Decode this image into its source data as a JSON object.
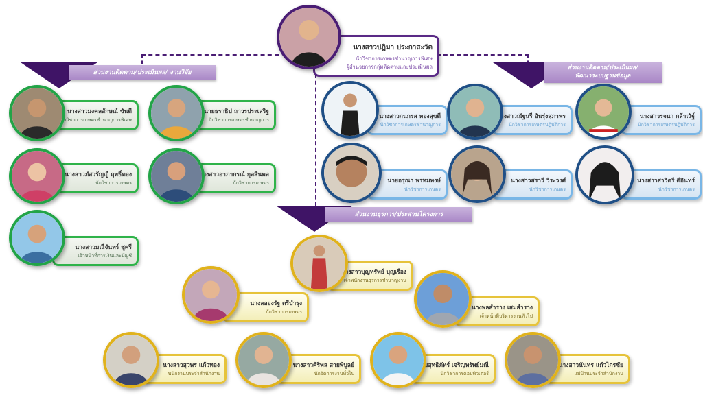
{
  "head": {
    "name": "นางสาวปฏิมา ประกาสะวัต",
    "role1": "นักวิชาการเกษตรชำนาญการพิเศษ",
    "role2": "ผู้อำนวยการกลุ่มติดตามและประเมินผล"
  },
  "sections": {
    "left": "ส่วนงานติดตาม/ประเมินผล/ งานวิจัย",
    "right_line1": "ส่วนงานติดตาม/ประเมินผล/",
    "right_line2": "พัฒนาระบบฐานข้อมูล",
    "admin": "ส่วนงานธุรการ/ประสานโครงการ"
  },
  "left_staff": [
    {
      "name": "นางสาวมงคลลักษณ์ ขันดี",
      "role": "นักวิชาการเกษตรชำนาญการพิเศษ"
    },
    {
      "name": "นายธราธิป ถาวรประเสริฐ",
      "role": "นักวิชาการเกษตรชำนาญการ"
    },
    {
      "name": "นางสาวภัสวรัญญ์ ฤทธิ์ทอง",
      "role": "นักวิชาการเกษตร"
    },
    {
      "name": "นางสาวอาภากรณ์ กุลสินพล",
      "role": "นักวิชาการเกษตร"
    },
    {
      "name": "นางสาวมณีจันทร์ ชูศรี",
      "role": "เจ้าหน้าที่การเงินและบัญชี"
    }
  ],
  "right_staff": [
    {
      "name": "นางสาวกนกรส ทองสุขดี",
      "role": "นักวิชาการเกษตรชำนาญการ"
    },
    {
      "name": "นางสาวณัฐนรี อันรุ่งสุภาพร",
      "role": "นักวิชาการเกษตรปฏิบัติการ"
    },
    {
      "name": "นางสาวรจนา กล้าณัฐ์",
      "role": "นักวิชาการเกษตรปฏิบัติการ"
    },
    {
      "name": "นายอรุณา พรหมพงษ์",
      "role": "นักวิชาการเกษตร"
    },
    {
      "name": "นางสาวสราวี วีระวงศ์",
      "role": "นักวิชาการเกษตร"
    },
    {
      "name": "นางสาวสาวิตรี ดีอินทร์",
      "role": "นักวิชาการเกษตร"
    }
  ],
  "admin_staff": [
    {
      "name": "นางสาวบุญทรัพย์ บุญเรือง",
      "role": "เจ้าพนักงานธุรการชำนาญงาน"
    },
    {
      "name": "นางลลองรัฐ ตรีบำรุง",
      "role": "นักวิชาการเกษตร"
    },
    {
      "name": "นางพลสำราง เสมสำราง",
      "role": "เจ้าหน้าที่บริหารงานทั่วไป"
    },
    {
      "name": "นางสาวสุวพร แก้วทอง",
      "role": "พนักงานประจำสำนักงาน"
    },
    {
      "name": "นางสาวศิริพล สายพิบูลย์",
      "role": "นักจัดการงานทั่วไป"
    },
    {
      "name": "นายสุทธิภัทร์ เจริญทรัพย์มณี",
      "role": "นักวิชาการคอมพิวเตอร์"
    },
    {
      "name": "นางสาวนันทร แก้วไกรชัย",
      "role": "แม่บ้านประจำสำนักงาน"
    }
  ],
  "colors": {
    "green": "#2fb34a",
    "blue": "#1f4f86",
    "gold": "#e0b21c",
    "purple": "#4a1d74",
    "banner": "#a987c6"
  }
}
